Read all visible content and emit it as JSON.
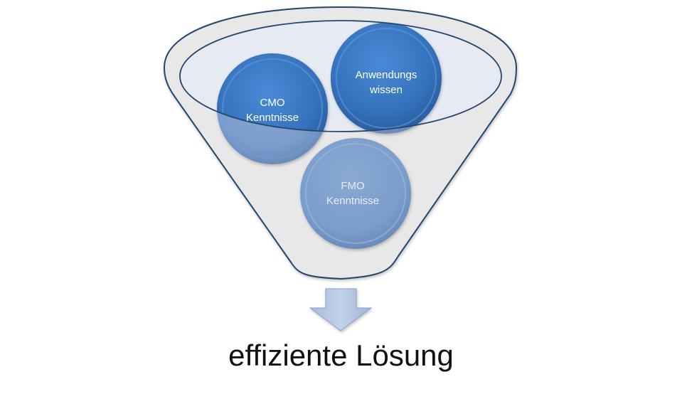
{
  "diagram": {
    "type": "funnel",
    "inputs": [
      {
        "id": "cmo",
        "lines": [
          "CMO",
          "Kenntnisse"
        ],
        "color": "#3a78c2"
      },
      {
        "id": "anwendung",
        "lines": [
          "Anwendungs",
          "wissen"
        ],
        "color": "#3a78c2"
      },
      {
        "id": "fmo",
        "lines": [
          "FMO",
          "Kenntnisse"
        ],
        "color": "#7d9fcc"
      }
    ],
    "output": "effiziente Lösung"
  },
  "colors": {
    "funnel_fill": "#e8e8e8",
    "funnel_inner": "#e6ebf3",
    "funnel_stroke": "#24466e",
    "arrow_fill": "#b7c8e4"
  }
}
